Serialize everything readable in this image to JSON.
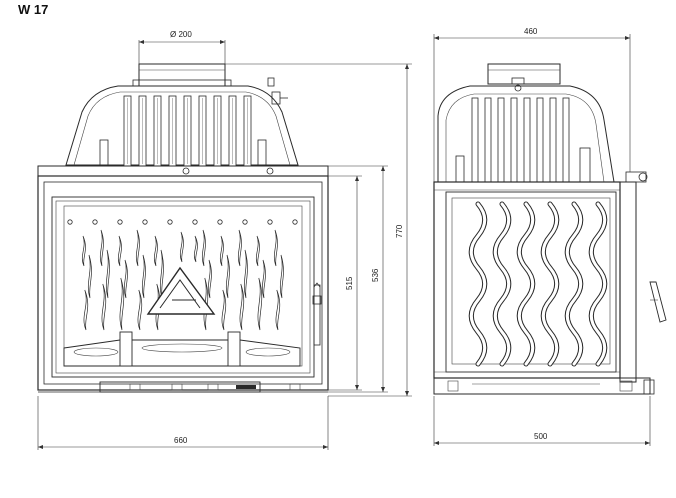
{
  "title": "W 17",
  "dimensions": {
    "flue_diameter": "Ø 200",
    "front_width": "660",
    "door_height_inner": "515",
    "door_height_outer": "536",
    "total_height": "770",
    "side_top_depth": "460",
    "side_bottom_depth": "500"
  },
  "colors": {
    "line": "#2a2a2a",
    "background": "#ffffff"
  },
  "icons": {
    "logo_front": "triangle-logo-icon",
    "side_handle": "handle-icon"
  }
}
